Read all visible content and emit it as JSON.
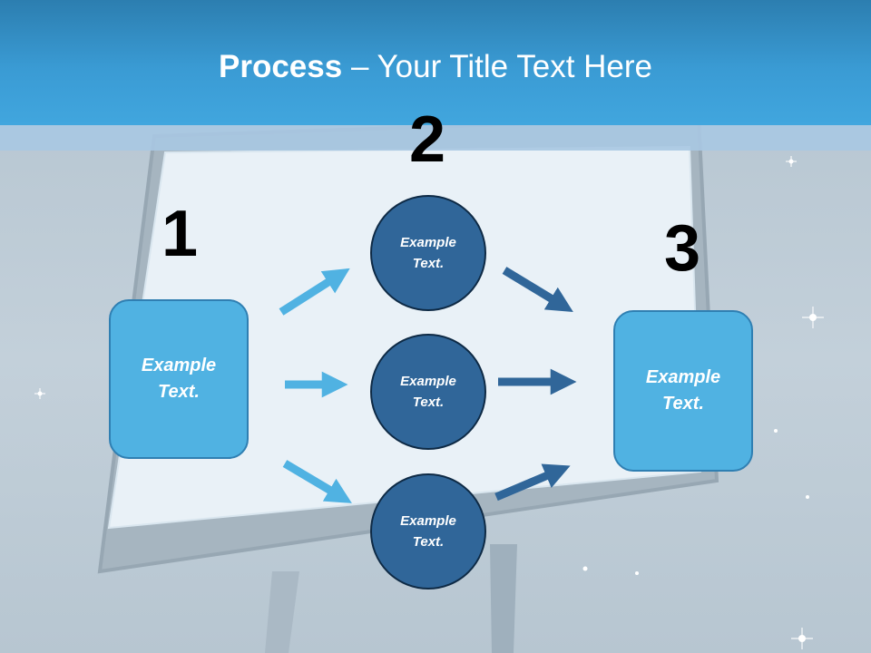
{
  "slide": {
    "title_bold": "Process",
    "title_rest": " – Your Title Text Here"
  },
  "steps": [
    {
      "number": "1",
      "text": "Example Text."
    },
    {
      "number": "2",
      "text": "Example Text."
    },
    {
      "number": "3",
      "text": "Example Text."
    }
  ],
  "middle": [
    {
      "text": "Example Text."
    },
    {
      "text": "Example Text."
    },
    {
      "text": "Example Text."
    }
  ],
  "colors": {
    "header": "#3a9bd4",
    "box_fill": "#50b2e2",
    "circle_fill": "#306699",
    "arrow_light": "#50b2e2",
    "arrow_dark": "#306699"
  }
}
